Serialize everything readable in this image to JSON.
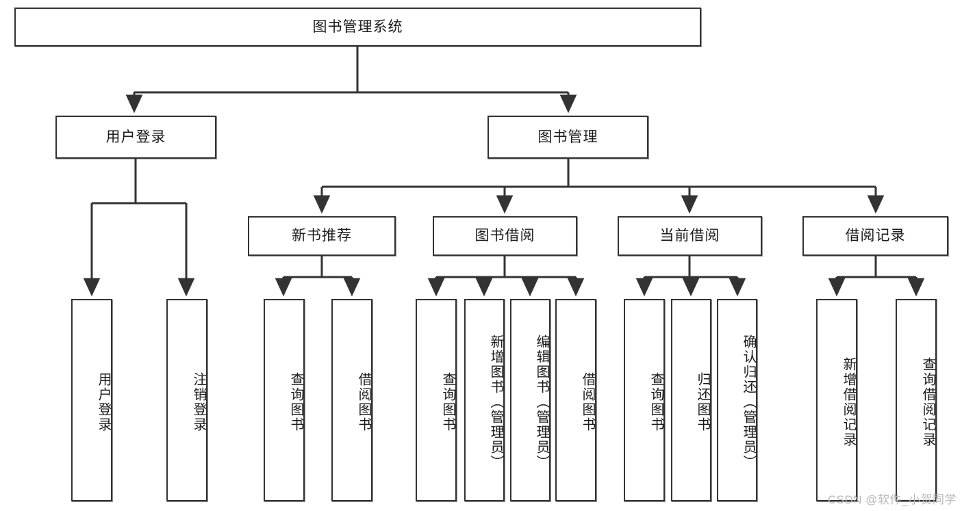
{
  "diagram": {
    "type": "tree",
    "title": "图书管理系统",
    "watermark": "CSDN @软件_小贺同学",
    "colors": {
      "box_border": "#333333",
      "box_fill": "#ffffff",
      "edge": "#333333",
      "text": "#1b1b1b",
      "watermark": "#b8b8b8",
      "background": "#ffffff"
    },
    "levels": {
      "root": {
        "label": "图书管理系统"
      },
      "level2": [
        {
          "label": "用户登录"
        },
        {
          "label": "图书管理"
        }
      ],
      "level3": [
        {
          "label": "新书推荐"
        },
        {
          "label": "图书借阅"
        },
        {
          "label": "当前借阅"
        },
        {
          "label": "借阅记录"
        }
      ],
      "leaves": [
        {
          "label": "用户登录",
          "parent": "用户登录"
        },
        {
          "label": "注销登录",
          "parent": "用户登录"
        },
        {
          "label": "查询图书",
          "parent": "新书推荐"
        },
        {
          "label": "借阅图书",
          "parent": "新书推荐"
        },
        {
          "label": "查询图书",
          "parent": "图书借阅"
        },
        {
          "label": "新增图书（管理员）",
          "parent": "图书借阅"
        },
        {
          "label": "编辑图书（管理员）",
          "parent": "图书借阅"
        },
        {
          "label": "借阅图书",
          "parent": "图书借阅"
        },
        {
          "label": "查询图书",
          "parent": "当前借阅"
        },
        {
          "label": "归还图书",
          "parent": "当前借阅"
        },
        {
          "label": "确认归还（管理员）",
          "parent": "当前借阅"
        },
        {
          "label": "新增借阅记录",
          "parent": "借阅记录"
        },
        {
          "label": "查询借阅记录",
          "parent": "借阅记录"
        }
      ]
    }
  }
}
